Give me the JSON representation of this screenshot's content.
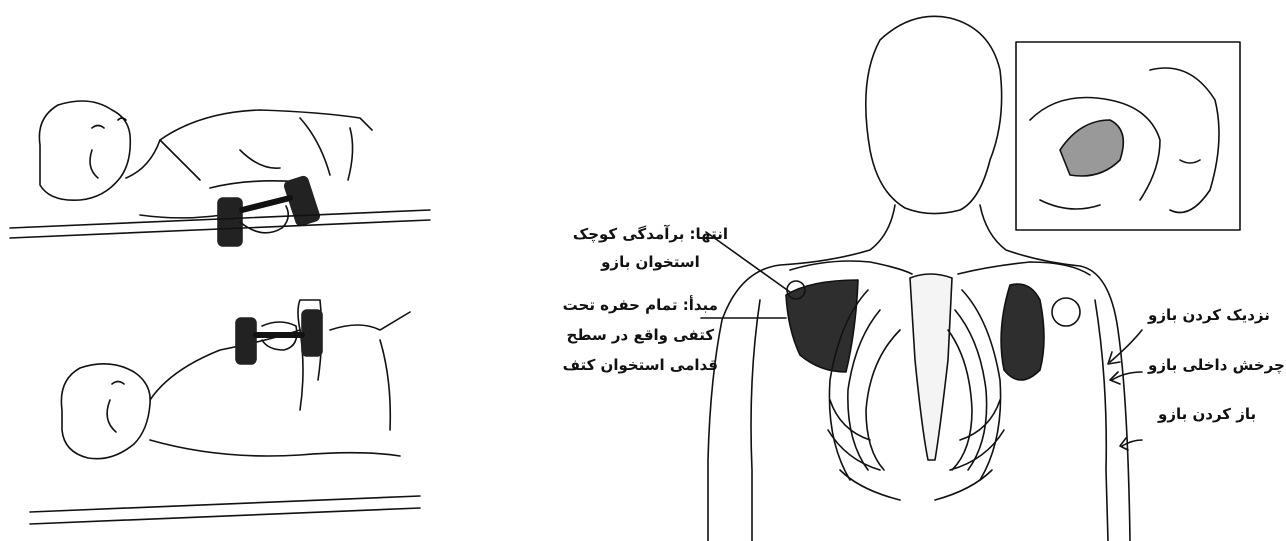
{
  "labels": {
    "insertion_line1": "انتها: برآمدگی کوچک",
    "insertion_line2": "استخوان بازو",
    "origin_line1": "مبدأ: تمام حفره تحت",
    "origin_line2": "کتفی واقع در سطح",
    "origin_line3": "قدامی استخوان کتف",
    "action_adduction": "نزدیک کردن بازو",
    "action_internal_rotation": "چرخش داخلی بازو",
    "action_extension": "باز کردن بازو"
  },
  "colors": {
    "ink": "#111111",
    "muscle": "#2e2e2e",
    "paper": "#ffffff"
  }
}
